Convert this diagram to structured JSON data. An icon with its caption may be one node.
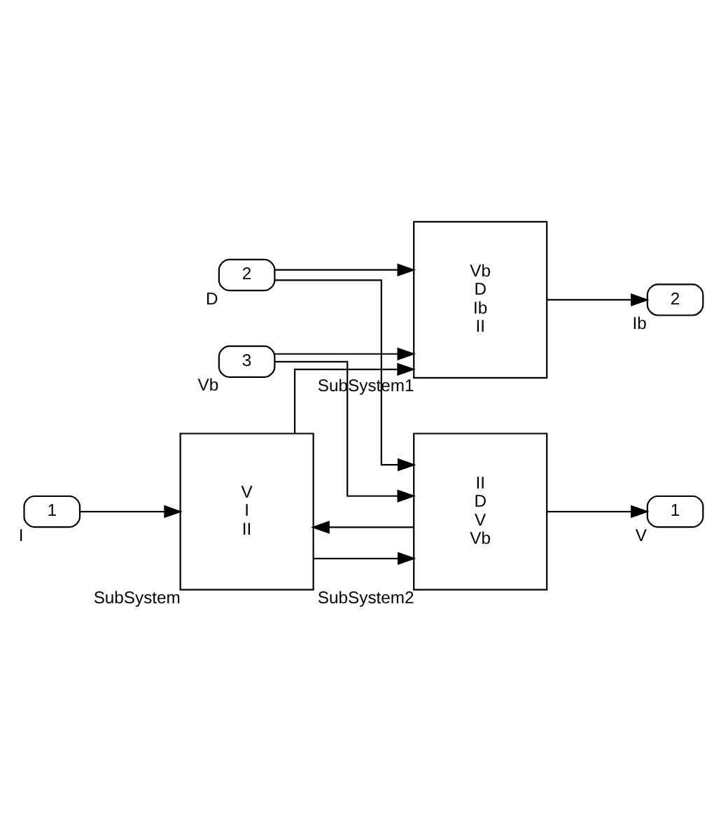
{
  "diagram": {
    "nodes": [
      {
        "text": [
          "1"
        ],
        "beside": [
          "I"
        ]
      },
      {
        "text": [
          "V",
          "I",
          "II"
        ],
        "beside": [
          "SubSystem"
        ]
      },
      {
        "text": [
          "2"
        ],
        "beside": [
          "D"
        ]
      },
      {
        "text": [
          "Vb",
          "D",
          "Ib",
          "II"
        ],
        "beside": [
          "SubSystem1"
        ]
      },
      {
        "text": [
          "2"
        ],
        "beside": [
          "Ib"
        ]
      },
      {
        "text": [
          "1"
        ],
        "beside": [
          "V"
        ]
      },
      {
        "text": [
          "II",
          "D",
          "V",
          "Vb"
        ],
        "beside": [
          "SubSystem2"
        ]
      },
      {
        "text": [
          "3"
        ],
        "beside": [
          "Vb"
        ]
      }
    ],
    "edges": [
      {
        "from": 0,
        "to": 1,
        "arrow": "to"
      },
      {
        "from": 1,
        "to": 3,
        "arrow": "to"
      },
      {
        "from": 1,
        "to": 6,
        "arrow": "to"
      },
      {
        "from": 2,
        "to": 3,
        "arrow": "to"
      },
      {
        "from": 2,
        "to": 6,
        "arrow": "to"
      },
      {
        "from": 7,
        "to": 6,
        "arrow": "to"
      },
      {
        "from": 7,
        "to": 3,
        "arrow": "to"
      },
      {
        "from": 3,
        "to": 4,
        "arrow": "to"
      },
      {
        "from": 6,
        "to": 1,
        "arrow": "to"
      },
      {
        "from": 6,
        "to": 5,
        "arrow": "to"
      }
    ]
  }
}
